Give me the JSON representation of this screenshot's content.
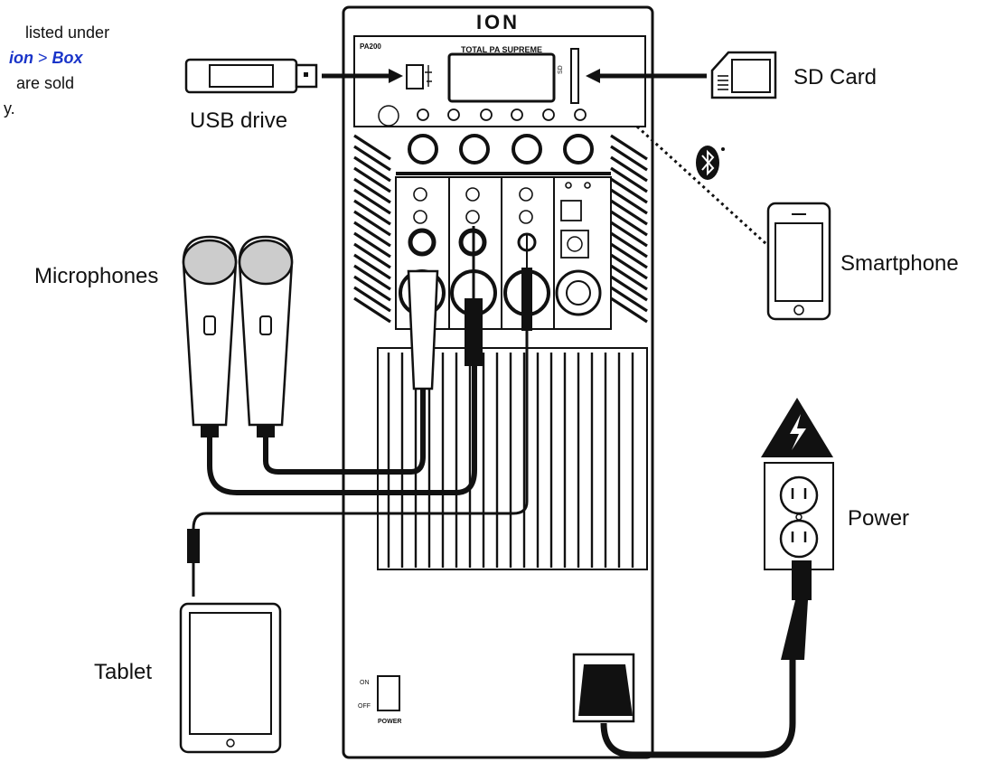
{
  "note": {
    "line1": "listed under",
    "line2_a": "ion",
    "line2_sep": " > ",
    "line2_b": "Box",
    "line3": "are sold",
    "line4": "y."
  },
  "brand": "ION",
  "panel": {
    "model": "PA200",
    "display_title": "TOTAL PA SUPREME",
    "power_label": "POWER",
    "power_on": "ON",
    "power_off": "OFF"
  },
  "labels": {
    "usb": "USB drive",
    "sd": "SD Card",
    "smartphone": "Smartphone",
    "microphones": "Microphones",
    "power": "Power",
    "tablet": "Tablet"
  },
  "colors": {
    "accent": "#1a35c9",
    "ink": "#111111"
  }
}
